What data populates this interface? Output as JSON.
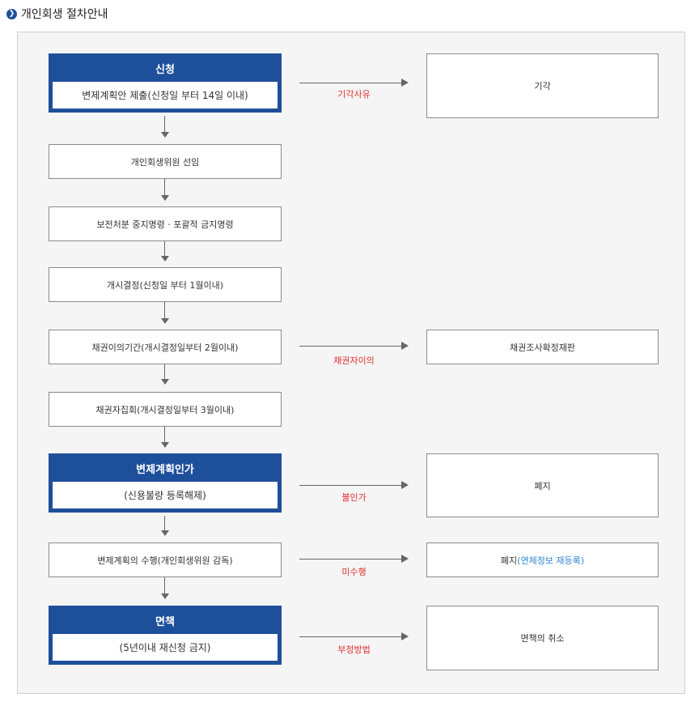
{
  "title": "개인회생 절차안내",
  "title_icon": "chevron-right-circle-icon",
  "steps": [
    {
      "text": "개인회생위원 선임"
    },
    {
      "text": "보전처분 중지명령 · 포괄적 금지명령"
    },
    {
      "text": "개시결정(신청일 부터 1월이내)"
    },
    {
      "text": "채권이의기간(개시결정일부터 2월이내)"
    },
    {
      "text": "채권자집회(개시결정일부터 3월이내)"
    },
    {
      "text": "변제계획의 수행(개인회생위원 감독)"
    }
  ],
  "blue_steps": [
    {
      "head": "신청",
      "body": "변제계획안 제출(신청일 부터 14일 이내)"
    },
    {
      "head": "변제계획인가",
      "body": "(신용불량 등록해제)"
    },
    {
      "head": "면책",
      "body": "(5년이내 재신청 금지)"
    }
  ],
  "branches": [
    {
      "label": "기각사유",
      "result": "기각"
    },
    {
      "label": "채권자이의",
      "result": "채권조사확정재판"
    },
    {
      "label": "불인가",
      "result": "폐지"
    },
    {
      "label": "미수행",
      "result": "폐지",
      "result_extra": "(연체정보 재등록)"
    },
    {
      "label": "부정방법",
      "result": "면책의 취소"
    }
  ],
  "colors": {
    "primary": "#1e4f9a",
    "accent_red": "#e0302d",
    "accent_blue": "#2c86cf",
    "panel_bg": "#f5f5f5"
  }
}
